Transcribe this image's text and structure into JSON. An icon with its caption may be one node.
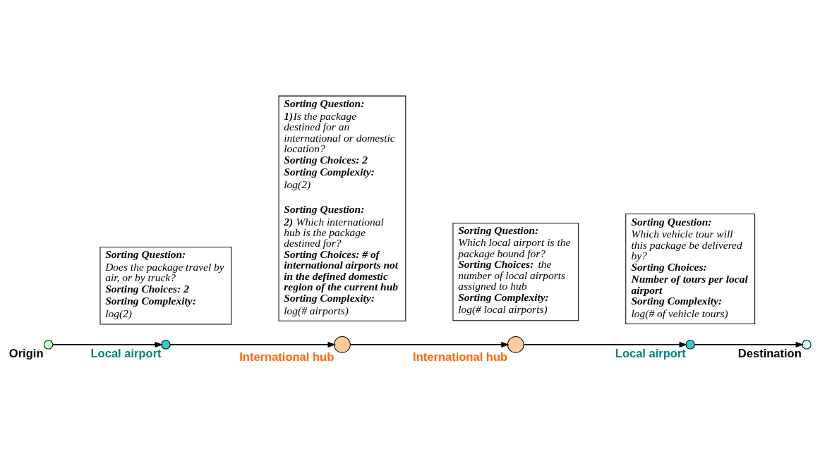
{
  "diagram": {
    "nodes": [
      {
        "text": [
          "Origin"
        ]
      },
      {
        "text": [
          "Local airport"
        ]
      },
      {
        "text": [
          "International hub"
        ]
      },
      {
        "text": [
          "International hub"
        ]
      },
      {
        "text": [
          "Local airport"
        ]
      },
      {
        "text": [
          "Destination"
        ]
      },
      {
        "text": [
          "Sorting Question:",
          "Does the package travel by air, or by truck?",
          "Sorting Choices: 2",
          "Sorting Complexity:",
          "log(2)"
        ]
      },
      {
        "text": [
          "Sorting Question:",
          "**1)**Is the package destined for an international or domestic location?",
          "Sorting Choices: 2",
          "Sorting Complexity:",
          "log(2)",
          "Sorting Question:",
          "**2)** Which international hub is the package destined for?",
          "Sorting Choices: # of international airports not in the defined domestic region of the current hub",
          "Sorting Complexity:",
          "log(# airports)"
        ]
      },
      {
        "text": [
          "Sorting Question:",
          "Which local airport is the package bound for?",
          "**Sorting Choices:** the number of local airports assigned to hub",
          "Sorting Complexity:",
          "log(# local airports)"
        ]
      },
      {
        "text": [
          "Sorting Question:",
          "Which vehicle tour will this package be delivered by?",
          "Sorting Choices:",
          "Number of tours per local airport",
          "Sorting Complexity:",
          "log(# of vehicle tours)"
        ]
      }
    ],
    "edges": [
      {
        "from": 0,
        "to": 1,
        "arrow": "to"
      },
      {
        "from": 1,
        "to": 2,
        "arrow": "to"
      },
      {
        "from": 2,
        "to": 3,
        "arrow": "to"
      },
      {
        "from": 3,
        "to": 4,
        "arrow": "to"
      },
      {
        "from": 4,
        "to": 5,
        "arrow": "to"
      }
    ]
  }
}
